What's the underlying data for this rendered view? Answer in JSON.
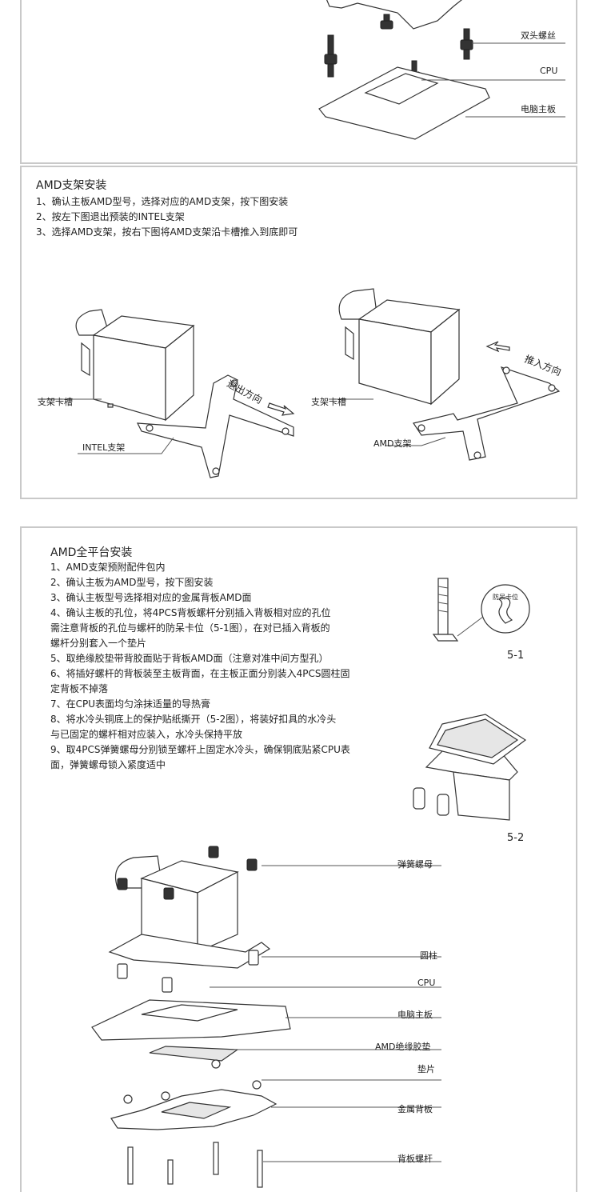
{
  "top_panel": {
    "labels": {
      "double_screw": "双头螺丝",
      "cpu": "CPU",
      "motherboard": "电脑主板"
    }
  },
  "amd_bracket": {
    "title": "AMD支架安装",
    "steps": [
      "1、确认主板AMD型号，选择对应的AMD支架，按下图安装",
      "2、按左下图退出预装的INTEL支架",
      "3、选择AMD支架，按右下图将AMD支架沿卡槽推入到底即可"
    ],
    "left_figure": {
      "slot_label": "支架卡槽",
      "bracket_label": "INTEL支架",
      "direction": "退出方向"
    },
    "right_figure": {
      "slot_label": "支架卡槽",
      "bracket_label": "AMD支架",
      "direction": "推入方向"
    }
  },
  "amd_all": {
    "title": "AMD全平台安装",
    "steps": [
      "1、AMD支架预附配件包内",
      "2、确认主板为AMD型号，按下图安装",
      "3、确认主板型号选择相对应的金属背板AMD面",
      "4、确认主板的孔位，将4PCS背板螺杆分别插入背板相对应的孔位",
      "    需注意背板的孔位与螺杆的防呆卡位（5-1图），在对已插入背板的",
      "    螺杆分别套入一个垫片",
      "5、取绝缘胶垫带背胶面贴于背板AMD面（注意对准中间方型孔）",
      "6、将插好螺杆的背板装至主板背面，在主板正面分别装入4PCS圆柱固",
      "    定背板不掉落",
      "7、在CPU表面均匀涂抹适量的导热膏",
      "8、将水冷头铜底上的保护贴纸撕开（5-2图），将装好扣具的水冷头",
      "    与已固定的螺杆相对应装入，水冷头保持平放",
      "9、取4PCS弹簧螺母分别锁至螺杆上固定水冷头，确保铜底贴紧CPU表",
      "    面，弹簧螺母锁入紧度适中"
    ],
    "fig_5_1": {
      "caption": "5-1",
      "callout": "防呆卡位"
    },
    "fig_5_2": {
      "caption": "5-2"
    },
    "exploded_labels": [
      "弹簧螺母",
      "圆柱",
      "CPU",
      "电脑主板",
      "AMD绝缘胶垫",
      "垫片",
      "金属背板",
      "背板螺杆"
    ]
  }
}
